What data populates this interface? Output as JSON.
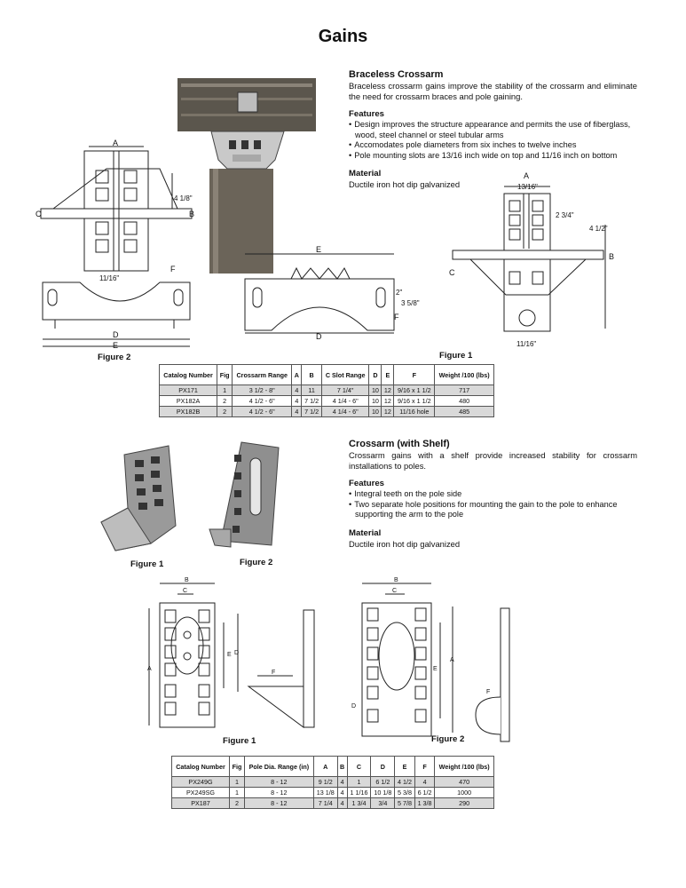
{
  "page_title": "Gains",
  "braceless": {
    "heading": "Braceless Crossarm",
    "description": "Braceless crossarm gains improve the stability of the crossarm and eliminate the need for crossarm braces and pole gaining.",
    "features_heading": "Features",
    "features": [
      "Design improves the structure appearance and permits the use of fiberglass, wood, steel channel or steel tubular arms",
      "Accomodates pole diameters from six inches to twelve inches",
      "Pole mounting slots are 13/16 inch wide on top and 11/16 inch on bottom"
    ],
    "material_heading": "Material",
    "material": "Ductile iron hot dip galvanized",
    "figure1_caption": "Figure 1",
    "figure2_caption": "Figure 2",
    "dims": {
      "A": "A",
      "B": "B",
      "C": "C",
      "D": "D",
      "E": "E",
      "F": "F",
      "d_13_16": "13/16\"",
      "d_11_16": "11/16\"",
      "d_4_1_8": "4 1/8\"",
      "d_2_3_4": "2 3/4\"",
      "d_4_1_2": "4 1/2\"",
      "d_2": "2\"",
      "d_3_5_8": "3 5/8\""
    }
  },
  "table1": {
    "headers": [
      "Catalog Number",
      "Fig",
      "Crossarm Range",
      "A",
      "B",
      "C Slot Range",
      "D",
      "E",
      "F",
      "Weight /100 (lbs)"
    ],
    "rows": [
      [
        "PX171",
        "1",
        "3 1/2 - 8\"",
        "4",
        "11",
        "7 1/4\"",
        "10",
        "12",
        "9/16 x 1 1/2",
        "717"
      ],
      [
        "PX182A",
        "2",
        "4 1/2 - 6\"",
        "4",
        "7 1/2",
        "4 1/4 - 6\"",
        "10",
        "12",
        "9/16 x 1 1/2",
        "480"
      ],
      [
        "PX182B",
        "2",
        "4 1/2 - 6\"",
        "4",
        "7 1/2",
        "4 1/4 - 6\"",
        "10",
        "12",
        "11/16 hole",
        "485"
      ]
    ]
  },
  "shelf": {
    "heading": "Crossarm (with Shelf)",
    "description": "Crossarm gains with a shelf provide increased stability for crossarm installations to poles.",
    "features_heading": "Features",
    "features": [
      "Integral teeth on the pole side",
      "Two separate hole positions for mounting the gain to the pole to enhance supporting the arm to the pole"
    ],
    "material_heading": "Material",
    "material": "Ductile iron hot dip galvanized",
    "photo1_caption": "Figure 1",
    "photo2_caption": "Figure 2",
    "drawing1_caption": "Figure 1",
    "drawing2_caption": "Figure 2"
  },
  "table2": {
    "headers": [
      "Catalog Number",
      "Fig",
      "Pole Dia. Range (in)",
      "A",
      "B",
      "C",
      "D",
      "E",
      "F",
      "Weight /100 (lbs)"
    ],
    "rows": [
      [
        "PX249G",
        "1",
        "8 - 12",
        "9 1/2",
        "4",
        "1",
        "6 1/2",
        "4 1/2",
        "4",
        "470"
      ],
      [
        "PX249SG",
        "1",
        "8 - 12",
        "13 1/8",
        "4",
        "1 1/16",
        "10 1/8",
        "5 3/8",
        "6 1/2",
        "1000"
      ],
      [
        "PX187",
        "2",
        "8 - 12",
        "7 1/4",
        "4",
        "1 3/4",
        "3/4",
        "5 7/8",
        "1 3/8",
        "290"
      ]
    ]
  }
}
